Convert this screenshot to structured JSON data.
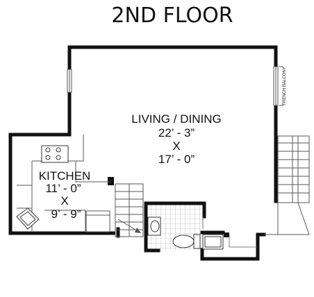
{
  "title": "2ND FLOOR",
  "rooms": {
    "living": {
      "name": "LIVING / DINING",
      "dim1": "22’ - 3”",
      "x": "X",
      "dim2": "17’ - 0”"
    },
    "kitchen": {
      "name": "KITCHEN",
      "dim1": "11’ - 0”",
      "x": "X",
      "dim2": "9’ - 9”"
    }
  },
  "annotations": {
    "balcony": "FRENCH BALCONY"
  },
  "colors": {
    "wall": "#111111",
    "line": "#555555",
    "tile": "#9a9a9a"
  }
}
